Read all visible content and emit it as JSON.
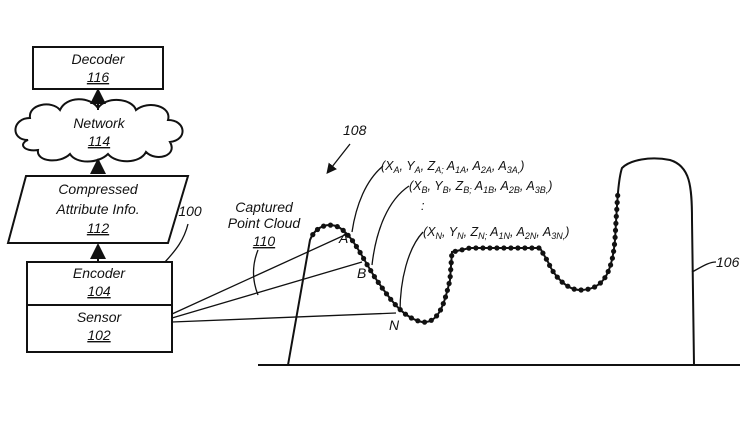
{
  "blocks": {
    "decoder": {
      "label": "Decoder",
      "ref": "116"
    },
    "network": {
      "label": "Network",
      "ref": "114"
    },
    "compressed": {
      "line1": "Compressed",
      "line2": "Attribute Info.",
      "ref": "112"
    },
    "encoder": {
      "label": "Encoder",
      "ref": "104"
    },
    "sensor": {
      "label": "Sensor",
      "ref": "102"
    }
  },
  "refs": {
    "system": "100",
    "figure": "108",
    "object": "106"
  },
  "captured": {
    "line1": "Captured",
    "line2": "Point Cloud",
    "ref": "110"
  },
  "points": {
    "a": "A",
    "b": "B",
    "n": "N"
  },
  "coords": {
    "a": "(XA, YA, ZA; A1A, A2A, A3A,)",
    "b": "(XB, YB, ZB; A1B, A2B, A3B,)",
    "ellipsis": ":",
    "n": "(XN, YN, ZN; A1N, A2N, A3N,)"
  }
}
